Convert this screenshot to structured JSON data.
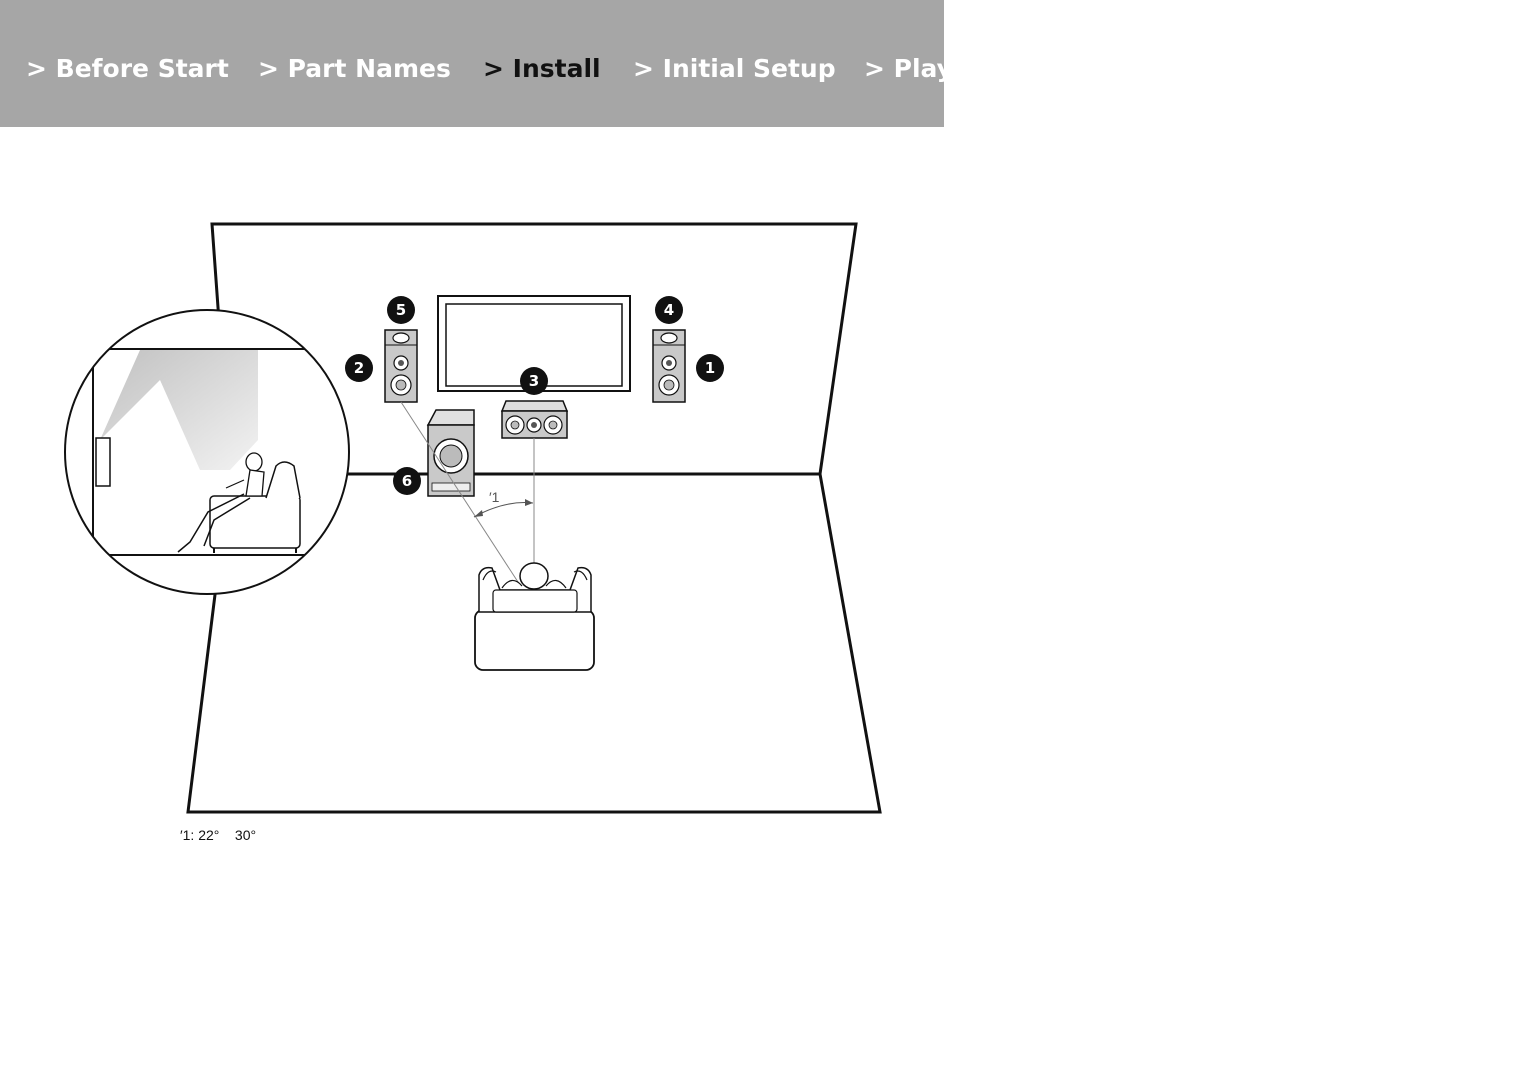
{
  "nav": {
    "items": [
      {
        "label": "> Before Start"
      },
      {
        "label": "> Part Names"
      },
      {
        "label": "> Install"
      },
      {
        "label": "> Initial Setup"
      },
      {
        "label": "> Play"
      }
    ],
    "active_index": 2
  },
  "diagram": {
    "speakers": {
      "front_right": "1",
      "front_left": "2",
      "center": "3",
      "height_right": "4",
      "height_left": "5",
      "subwoofer": "6"
    },
    "angle_marker": "′1"
  },
  "footnote": {
    "text": "′1: 22°    30°"
  },
  "colors": {
    "nav_background": "#a6a6a6",
    "nav_text": "#ffffff",
    "nav_active_text": "#111111",
    "outline": "#111111",
    "speaker_fill": "#c9c9c9",
    "badge_fill": "#111111"
  }
}
